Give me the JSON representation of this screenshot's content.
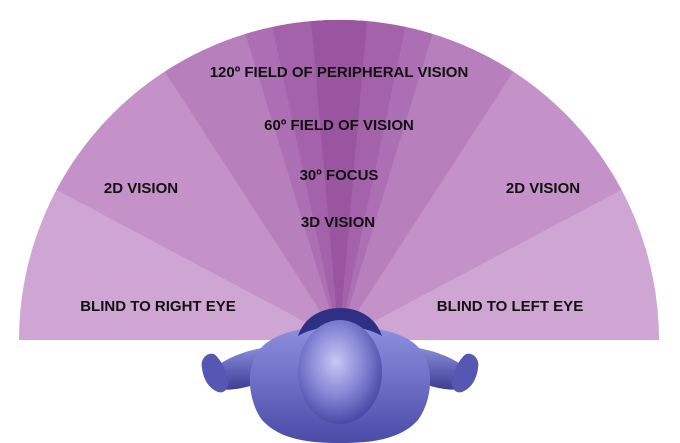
{
  "labels": {
    "peripheral": "120º FIELD OF PERIPHERAL VISION",
    "field60": "60º FIELD OF VISION",
    "focus30": "30º FOCUS",
    "vision3d": "3D VISION",
    "vision2d_left": "2D VISION",
    "vision2d_right": "2D VISION",
    "blind_right_eye": "BLIND TO RIGHT EYE",
    "blind_left_eye": "BLIND TO LEFT EYE"
  },
  "colors": {
    "blind_zone": "#cfa6d3",
    "vision_2d": "#c491c8",
    "peripheral_120": "#b87fbd",
    "field_60": "#ad6fb3",
    "focus_30": "#a462aa",
    "vision_3d": "#9a55a1",
    "rim_light": "#e9d2ec",
    "figure": "#6f6fc9",
    "figure_dark": "#3c3c8f",
    "figure_light": "#a9a9ec"
  }
}
